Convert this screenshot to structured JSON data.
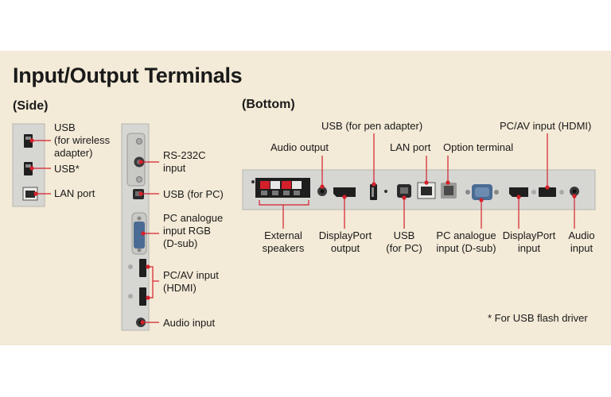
{
  "title": "Input/Output Terminals",
  "side": {
    "heading": "(Side)",
    "left_panel_labels": {
      "usb_wireless": "USB\n(for wireless\nadapter)",
      "usb_star": "USB*",
      "lan": "LAN port"
    },
    "right_panel_labels": {
      "rs232c": "RS-232C\ninput",
      "usb_pc": "USB (for PC)",
      "pc_analogue_rgb": "PC analogue\ninput RGB\n(D-sub)",
      "pc_av_hdmi": "PC/AV input\n(HDMI)",
      "audio_input": "Audio input"
    }
  },
  "bottom": {
    "heading": "(Bottom)",
    "top_labels": {
      "usb_pen": "USB (for pen adapter)",
      "pc_av_hdmi": "PC/AV input (HDMI)",
      "audio_output": "Audio output",
      "lan": "LAN port",
      "option_terminal": "Option terminal"
    },
    "bottom_labels": {
      "external_speakers": "External\nspeakers",
      "displayport_output": "DisplayPort\noutput",
      "usb_pc": "USB\n(for PC)",
      "pc_analogue_dsub": "PC analogue\ninput (D-sub)",
      "displayport_input": "DisplayPort\ninput",
      "audio_input": "Audio\ninput"
    }
  },
  "footnote": "* For USB flash driver",
  "colors": {
    "panel_bg": "#f3ead7",
    "device_panel": "#d6d6d3",
    "callout": "#d4202a",
    "port_dark": "#2b2b2b"
  }
}
